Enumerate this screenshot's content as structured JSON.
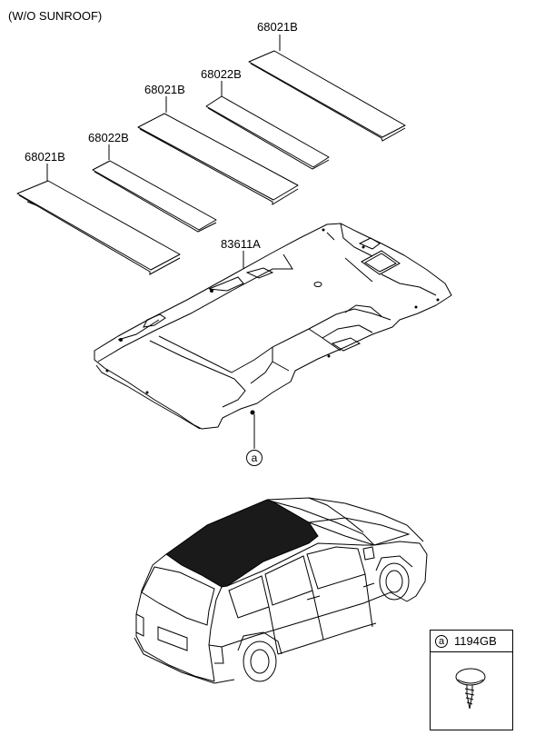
{
  "diagram": {
    "variant_note": "(W/O SUNROOF)",
    "parts": {
      "panel_top": "68021B",
      "panel_second": "68022B",
      "panel_third": "68021B",
      "panel_fourth": "68022B",
      "panel_fifth": "68021B",
      "headlining": "83611A"
    },
    "fastener_callout": "a",
    "legend": {
      "marker": "a",
      "part_number": "1194GB"
    }
  }
}
